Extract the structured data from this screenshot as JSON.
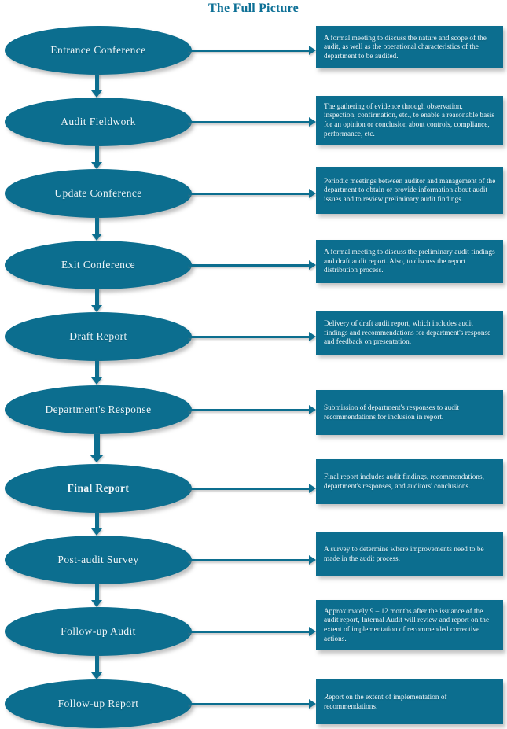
{
  "title": "The Full Picture",
  "theme": {
    "accent": "#0c6e8f",
    "node_text": "#eef7fb",
    "title_color": "#0d7096",
    "background": "#ffffff"
  },
  "flow": {
    "steps": [
      {
        "id": "entrance-conference",
        "label": "Entrance Conference",
        "bold": false,
        "description": "A formal meeting to discuss the nature and scope of the audit, as well as the operational characteristics of the department to be audited."
      },
      {
        "id": "audit-fieldwork",
        "label": "Audit Fieldwork",
        "bold": false,
        "description": "The gathering of evidence through observation, inspection, confirmation, etc., to enable a reasonable basis for an opinion or conclusion about controls, compliance, performance, etc."
      },
      {
        "id": "update-conference",
        "label": "Update Conference",
        "bold": false,
        "description": "Periodic meetings between auditor and management of the department to obtain or provide information about audit issues and to review preliminary audit findings."
      },
      {
        "id": "exit-conference",
        "label": "Exit Conference",
        "bold": false,
        "description": "A formal meeting to discuss the preliminary audit findings and draft audit report. Also, to discuss the report distribution process."
      },
      {
        "id": "draft-report",
        "label": "Draft Report",
        "bold": false,
        "description": "Delivery of draft audit report, which includes audit findings and recommendations for department's response and feedback on presentation."
      },
      {
        "id": "departments-response",
        "label": "Department's\nResponse",
        "bold": false,
        "description": "Submission of department's responses to audit recommendations for inclusion in report."
      },
      {
        "id": "final-report",
        "label": "Final Report",
        "bold": true,
        "description": "Final report includes audit findings, recommendations, department's responses, and auditors' conclusions."
      },
      {
        "id": "post-audit-survey",
        "label": "Post-audit Survey",
        "bold": false,
        "description": "A survey to determine where improvements need to be made in the audit process."
      },
      {
        "id": "follow-up-audit",
        "label": "Follow-up Audit",
        "bold": false,
        "description": "Approximately 9 – 12 months after the issuance of the audit report, Internal Audit will review and report on the extent of implementation of recommended corrective actions."
      },
      {
        "id": "follow-up-report",
        "label": "Follow-up Report",
        "bold": false,
        "description": "Report on the extent of implementation of recommendations."
      }
    ]
  }
}
